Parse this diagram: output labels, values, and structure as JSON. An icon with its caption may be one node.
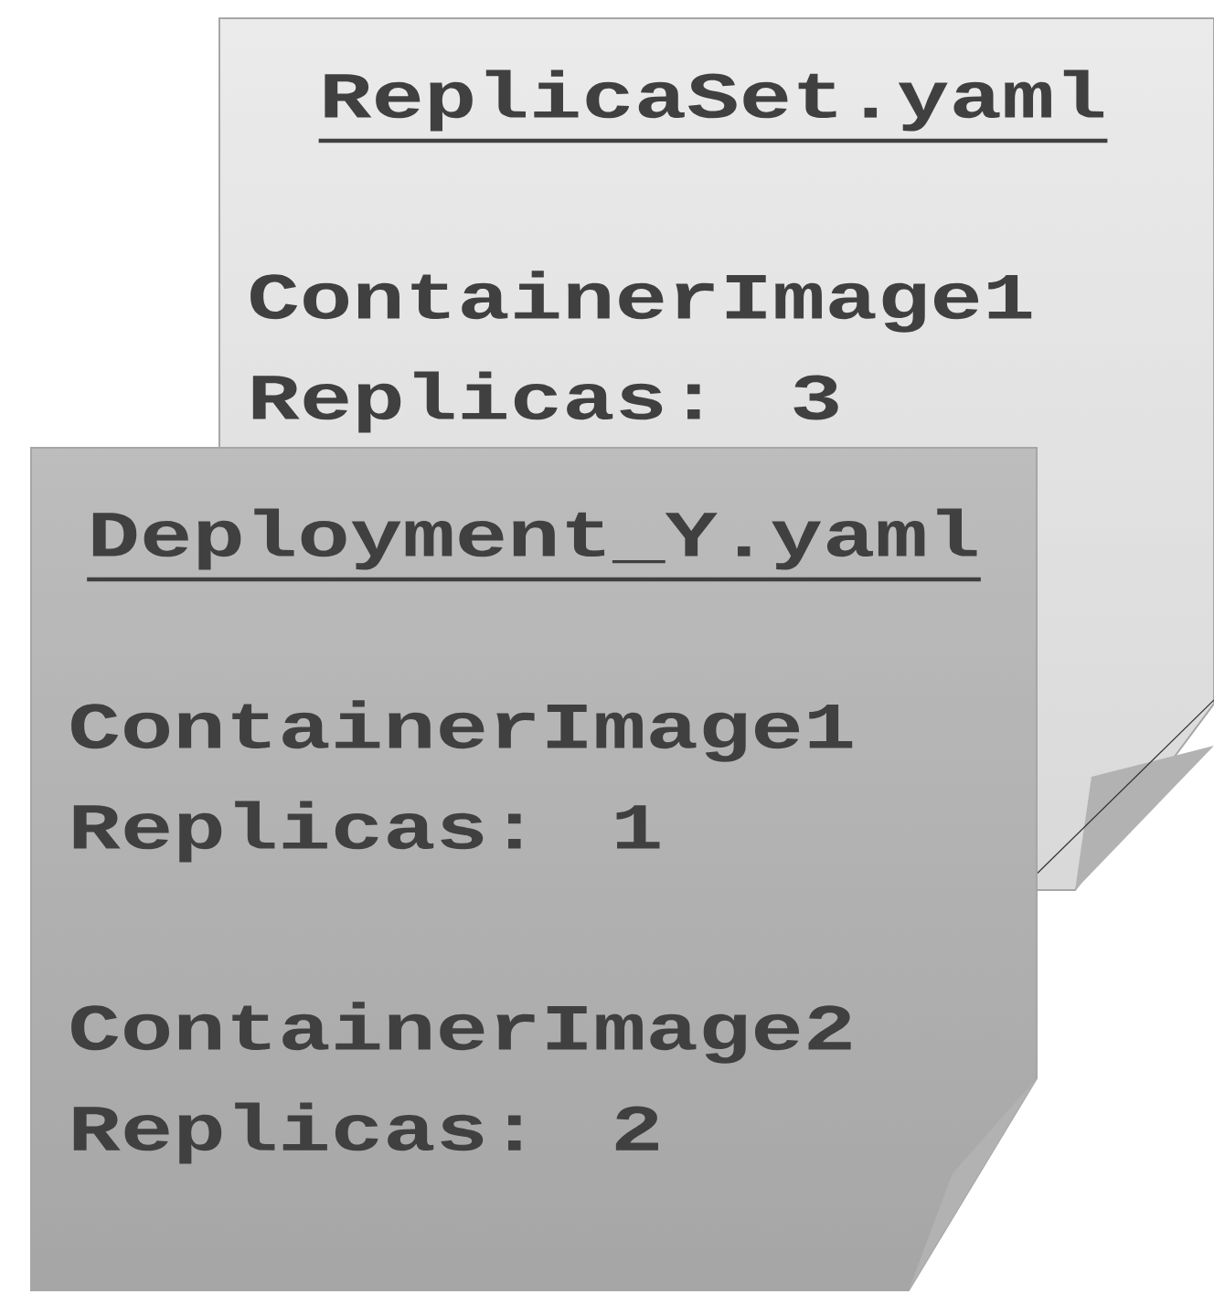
{
  "diagram": {
    "nodes": [
      {
        "text": [
          "ReplicaSet.yaml",
          "ContainerImage1",
          "Replicas: 3"
        ]
      },
      {
        "text": [
          "Deployment_Y.yaml",
          "ContainerImage1",
          "Replicas: 1",
          "ContainerImage2",
          "Replicas: 2"
        ]
      }
    ]
  }
}
